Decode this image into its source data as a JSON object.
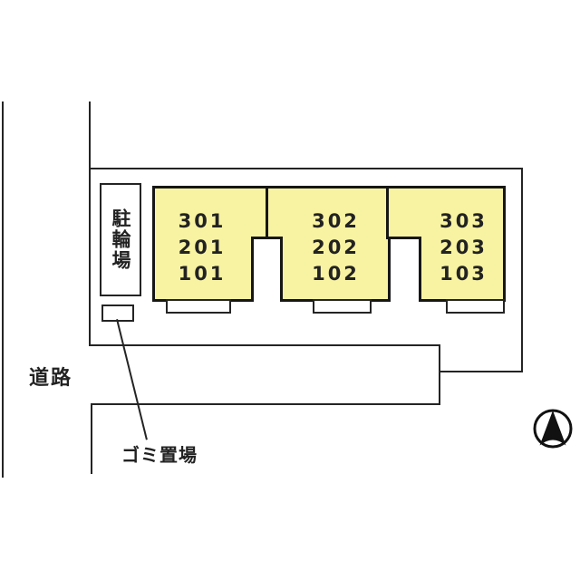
{
  "plan": {
    "title": "apartment site plan",
    "road_label": "道路",
    "bicycle_parking_label": "駐輪場",
    "garbage_label": "ゴミ置場",
    "units": [
      {
        "name": "unit-stack-1",
        "floors": [
          "301",
          "201",
          "101"
        ]
      },
      {
        "name": "unit-stack-2",
        "floors": [
          "302",
          "202",
          "102"
        ]
      },
      {
        "name": "unit-stack-3",
        "floors": [
          "303",
          "203",
          "103"
        ]
      }
    ],
    "compass_direction": "north",
    "colors": {
      "unit_fill": "#f8f3a2",
      "line": "#242424",
      "background": "#ffffff"
    }
  }
}
